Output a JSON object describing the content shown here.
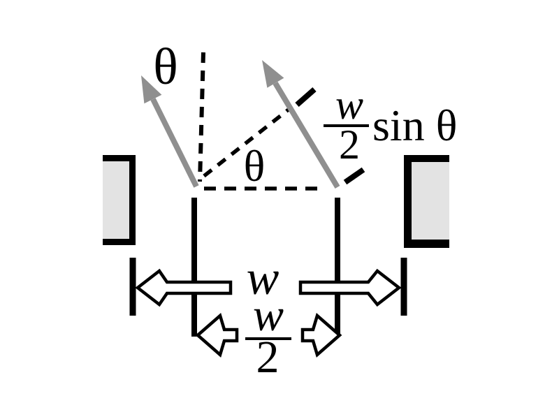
{
  "css_vars": {
    "ink": "#000000",
    "ray": "#8f8f8f",
    "barrier": "#e3e3e3",
    "bg": "#ffffff"
  },
  "figure": {
    "description": "Single-slit diffraction geometry: two rays leaving the slit at angle theta from points separated by half the slit width w, with path difference (w/2) sin theta",
    "labels": {
      "theta_top": "θ",
      "theta_vertex": "θ",
      "frac_top_numerator": "w",
      "frac_top_denominator": "2",
      "sin_theta": "sin θ",
      "slit_width": "w",
      "frac_bottom_numerator": "w",
      "frac_bottom_denominator": "2"
    }
  }
}
